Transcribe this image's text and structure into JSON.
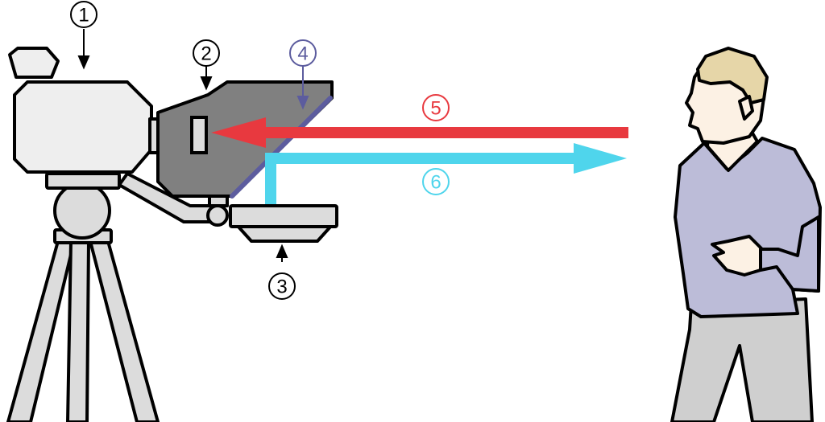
{
  "labels": {
    "camera": "1",
    "hood": "2",
    "monitor": "3",
    "glass": "4",
    "incoming_light": "5",
    "reflected_text": "6"
  },
  "colors": {
    "outline": "#000000",
    "camera_body": "#eeeeee",
    "metal": "#dddddd",
    "hood": "#808080",
    "glass": "#5c5c9e",
    "arrow_incoming": "#e8393f",
    "arrow_reflected": "#4fd5ec",
    "skin": "#fcf1e4",
    "hair": "#e6d6a8",
    "sweater": "#bcbcd8",
    "trousers": "#cfcfcf"
  }
}
